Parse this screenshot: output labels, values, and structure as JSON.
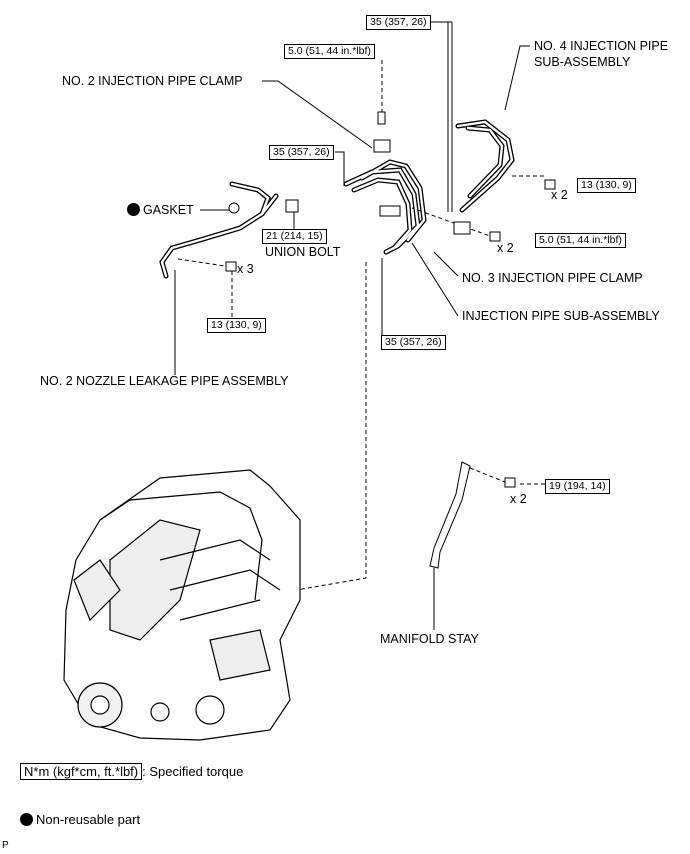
{
  "labels": {
    "no4_pipe_line1": "NO. 4 INJECTION PIPE",
    "no4_pipe_line2": "SUB-ASSEMBLY",
    "no2_clamp": "NO. 2 INJECTION PIPE CLAMP",
    "gasket": "GASKET",
    "union_bolt": "UNION BOLT",
    "no3_clamp": "NO. 3 INJECTION PIPE CLAMP",
    "injection_pipe": "INJECTION PIPE SUB-ASSEMBLY",
    "no2_leakage_pipe": "NO. 2 NOZZLE LEAKAGE PIPE ASSEMBLY",
    "manifold_stay": "MANIFOLD STAY"
  },
  "torques": {
    "top": "35 (357, 26)",
    "clamp2": "5.0 (51, 44 in.*lbf)",
    "pipe_left": "35 (357, 26)",
    "no4_bolt": "13 (130, 9)",
    "union_bolt": "21 (214, 15)",
    "clamp3": "5.0 (51, 44 in.*lbf)",
    "leakage_bolt": "13 (130, 9)",
    "pipe_bottom": "35 (357, 26)",
    "stay_bolt": "19 (194, 14)"
  },
  "multipliers": {
    "no4": "x 2",
    "clamp3": "x 2",
    "leakage": "x 3",
    "stay": "x 2"
  },
  "legend": {
    "torque_box": "N*m (kgf*cm, ft.*lbf)",
    "torque_text": ": Specified torque",
    "nonreusable_text": "Non-reusable part"
  },
  "corner_mark": "P"
}
